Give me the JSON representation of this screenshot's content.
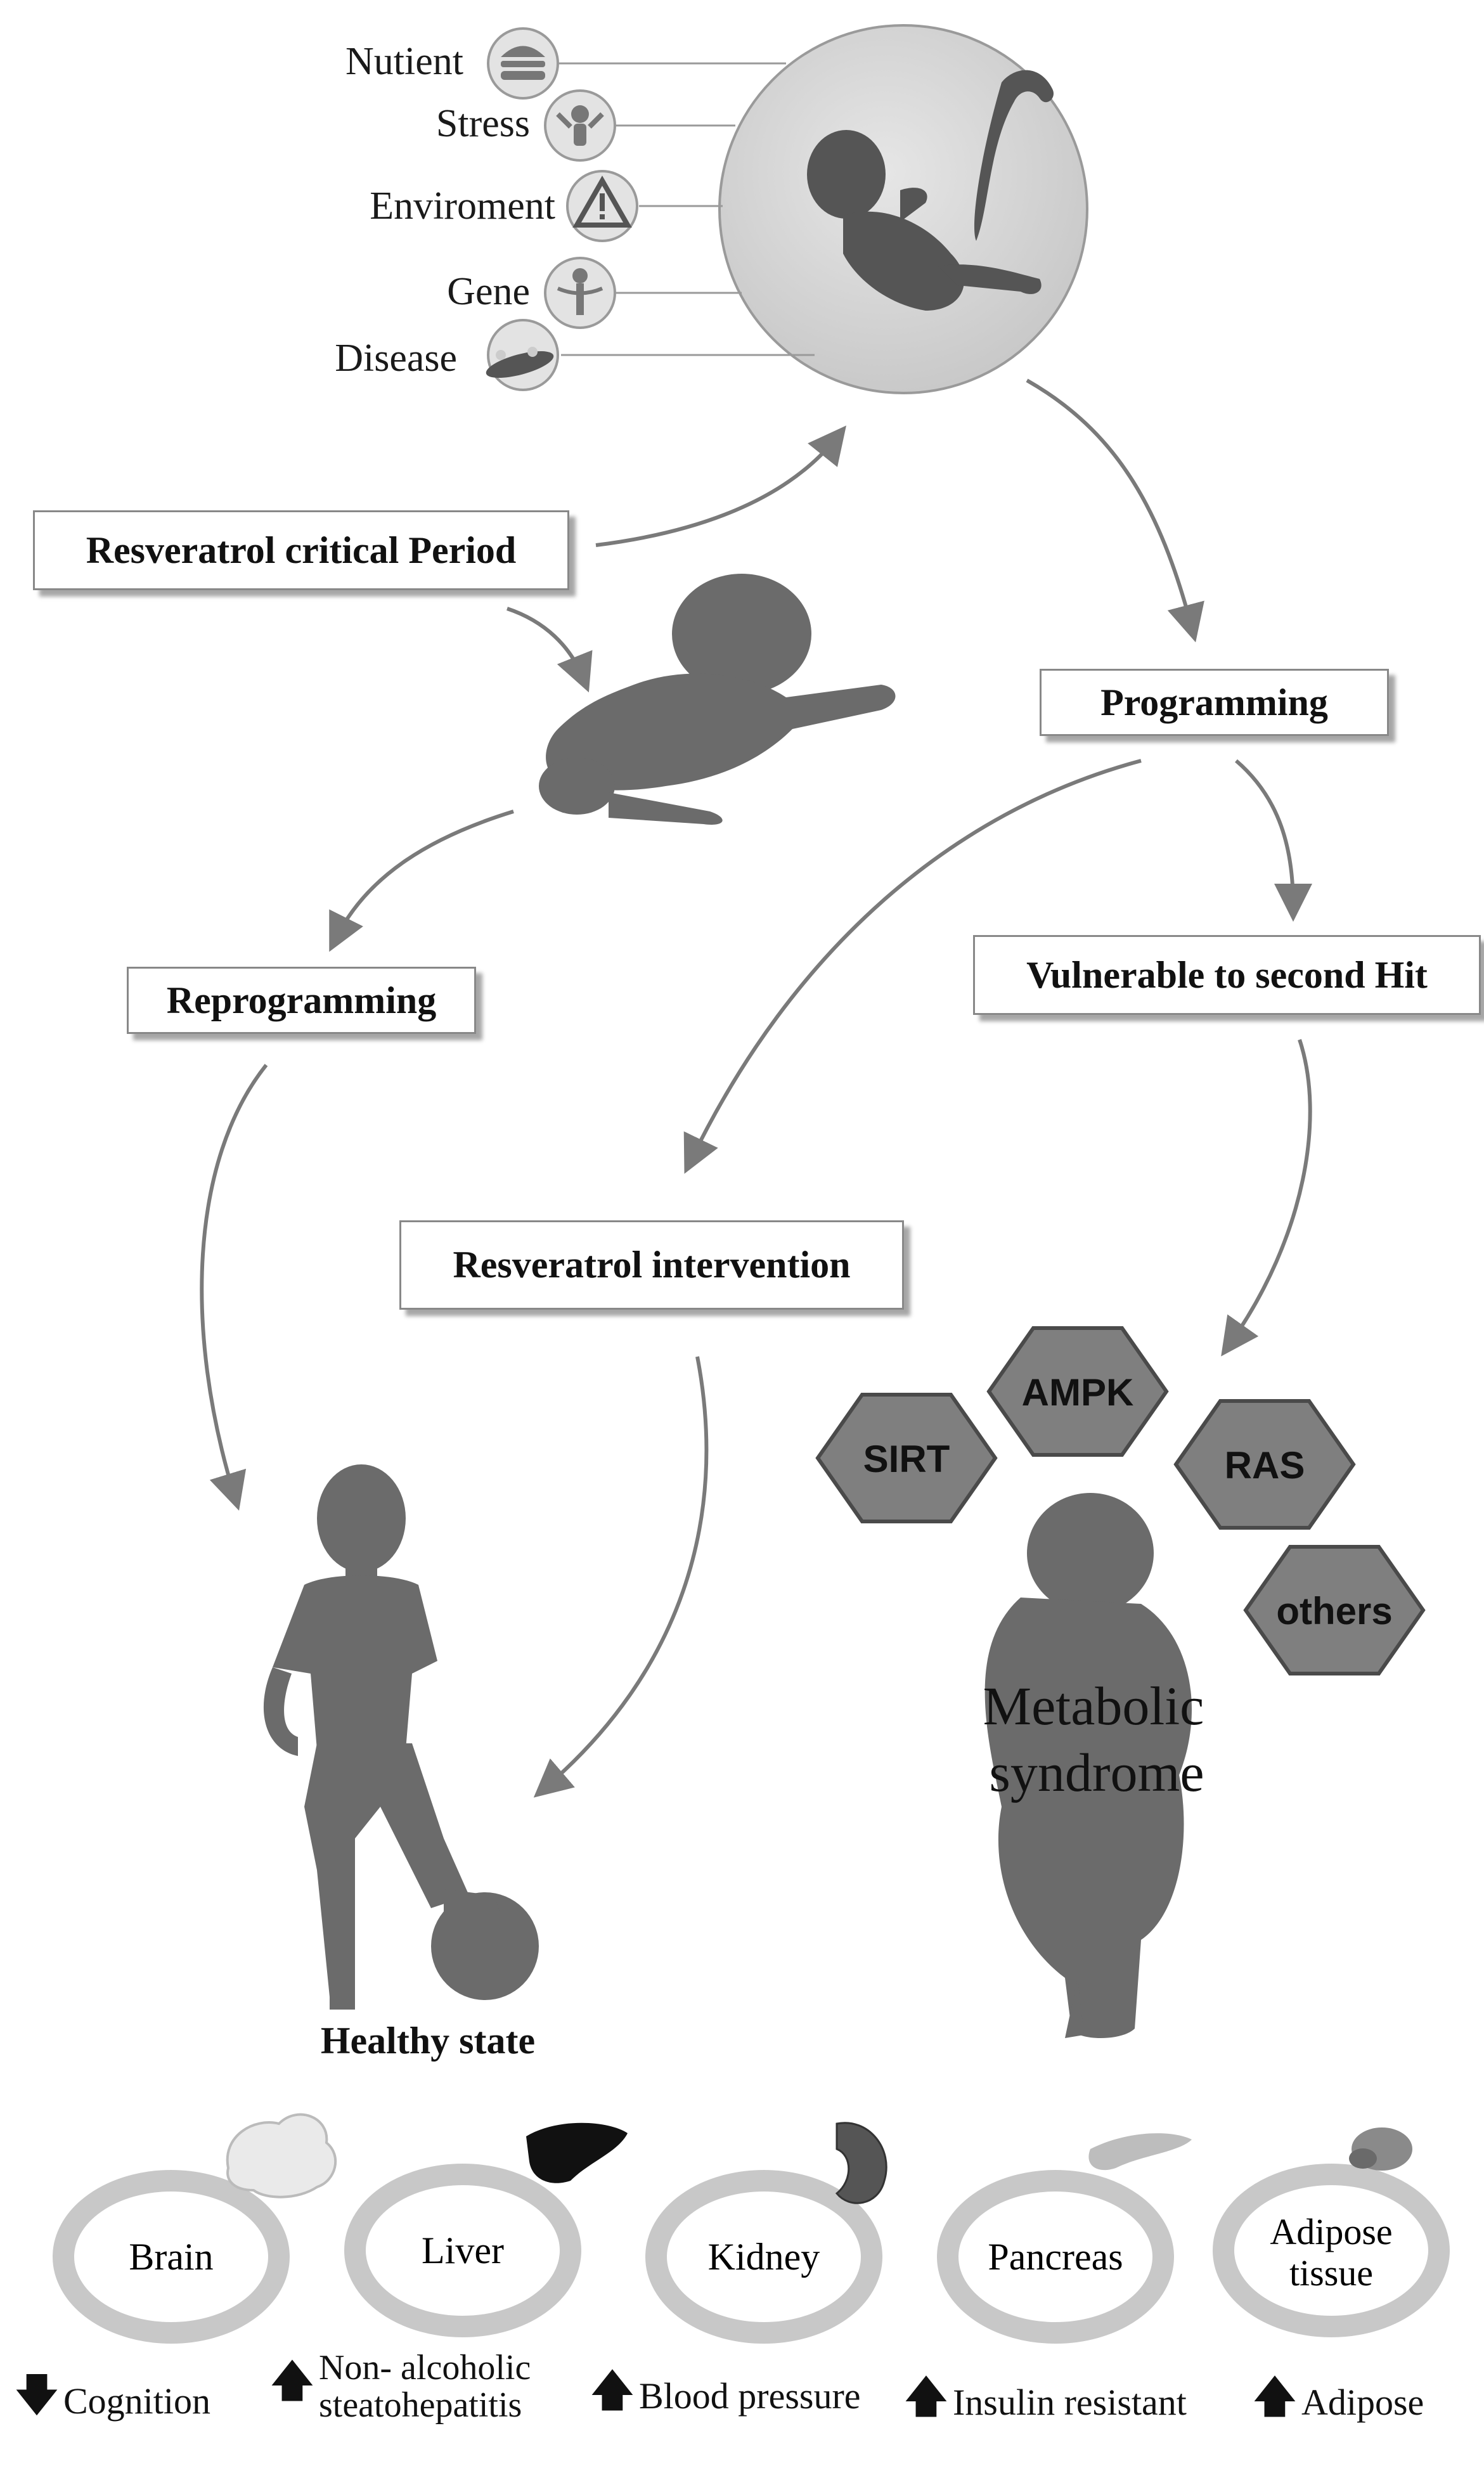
{
  "factors": [
    {
      "label": "Nutient",
      "icon": "burger-icon"
    },
    {
      "label": "Stress",
      "icon": "stress-icon"
    },
    {
      "label": "Enviroment",
      "icon": "warning-triangle-icon"
    },
    {
      "label": "Gene",
      "icon": "dna-icon"
    },
    {
      "label": "Disease",
      "icon": "virus-icon"
    }
  ],
  "boxes": {
    "critical_period": "Resveratrol critical Period",
    "programming": "Programming",
    "vulnerable": "Vulnerable to second Hit",
    "reprogramming": "Reprogramming",
    "intervention": "Resveratrol intervention"
  },
  "pathways": [
    "SIRT",
    "AMPK",
    "RAS",
    "others"
  ],
  "metabolic": {
    "line1": "Metabolic",
    "line2": "syndrome"
  },
  "healthy_state": "Healthy state",
  "organs": [
    {
      "name": "Brain",
      "icon": "brain-icon"
    },
    {
      "name": "Liver",
      "icon": "liver-icon"
    },
    {
      "name": "Kidney",
      "icon": "kidney-icon"
    },
    {
      "name": "Pancreas",
      "icon": "pancreas-icon"
    },
    {
      "name_line1": "Adipose",
      "name_line2": "tissue",
      "icon": "fat-cell-icon"
    }
  ],
  "effects": [
    {
      "direction": "down",
      "text": "Cognition"
    },
    {
      "direction": "up",
      "text_line1": "Non- alcoholic",
      "text_line2": "steatohepatitis"
    },
    {
      "direction": "up",
      "text": "Blood pressure"
    },
    {
      "direction": "up",
      "text": "Insulin resistant"
    },
    {
      "direction": "up",
      "text": "Adipose"
    }
  ],
  "colors": {
    "silhouette": "#6b6b6b",
    "arrow": "#7a7a7a",
    "hexagon": "#7f7f7f",
    "ring": "#c8c8c8"
  }
}
